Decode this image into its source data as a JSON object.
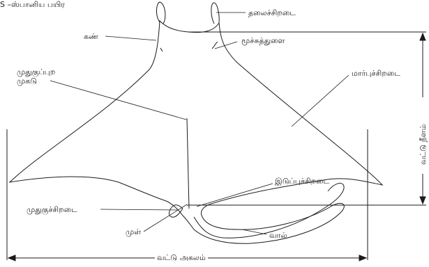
{
  "title": "S –ஸ்பானிய பயிர",
  "labels": {
    "head_fin": "தலைச்சிறடை",
    "eye": "கண்",
    "spiracle": "மூச்சுத்துளை",
    "dorsal_surface": "முதுகுப்புற\nமுகடு",
    "pectoral_fin": "மார்புச்சிறடை",
    "disc_length": "வட்டு நீளம்",
    "pelvic_fin": "இடுப்புச்சிறடை",
    "dorsal_fin": "முதுகுச்சிறடை",
    "spine": "முள்",
    "tail": "வால்",
    "disc_width": "வட்டு அகலம்"
  },
  "colors": {
    "line": "#1a1a1a",
    "background": "#ffffff"
  }
}
